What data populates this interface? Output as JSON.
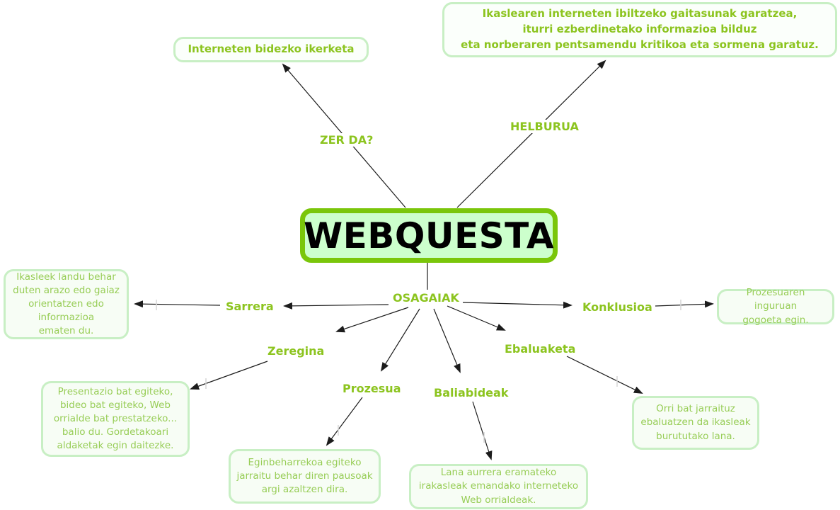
{
  "colors": {
    "label_green": "#8cc41f",
    "description_green": "#97cd56",
    "center_fill": "#ccffcc",
    "center_border": "#7ac60a",
    "box_border": "#c8efc4",
    "box_fill": "#f7fdf5",
    "line_black": "#1c1c1c"
  },
  "center": {
    "title": "WEBQUESTA"
  },
  "link_labels": {
    "zer_da": "ZER DA?",
    "helburua": "HELBURUA",
    "osagaiak": "OSAGAIAK"
  },
  "component_labels": {
    "sarrera": "Sarrera",
    "zeregina": "Zeregina",
    "prozesua": "Prozesua",
    "baliabideak": "Baliabideak",
    "ebaluaketa": "Ebaluaketa",
    "konklusioa": "Konklusioa"
  },
  "concept_boxes": {
    "ikerketa": "Interneten bidezko ikerketa",
    "helburua": "Ikaslearen interneten ibiltzeko gaitasunak garatzea,\niturri ezberdinetako informazioa bilduz\neta norberaren pentsamendu kritikoa eta sormena garatuz.",
    "sarrera": "Ikasleek landu behar\nduten arazo edo gaiaz\norientatzen edo\ninformazioa\nematen du.",
    "zeregina": "Presentazio bat egiteko,\nbideo bat egiteko, Web\norrialde bat prestatzeko...\nbalio du. Gordetakoari\naldaketak egin daitezke.",
    "prozesua": "Eginbeharrekoa egiteko\njarraitu behar diren pausoak\nargi azaltzen dira.",
    "baliabideak": "Lana aurrera eramateko\nirakasleak emandako interneteko\nWeb orrialdeak.",
    "ebaluaketa": "Orri bat jarraituz\nebaluatzen da ikasleak\nburututako lana.",
    "konklusioa": "Prozesuaren inguruan\ngogoeta egin."
  }
}
